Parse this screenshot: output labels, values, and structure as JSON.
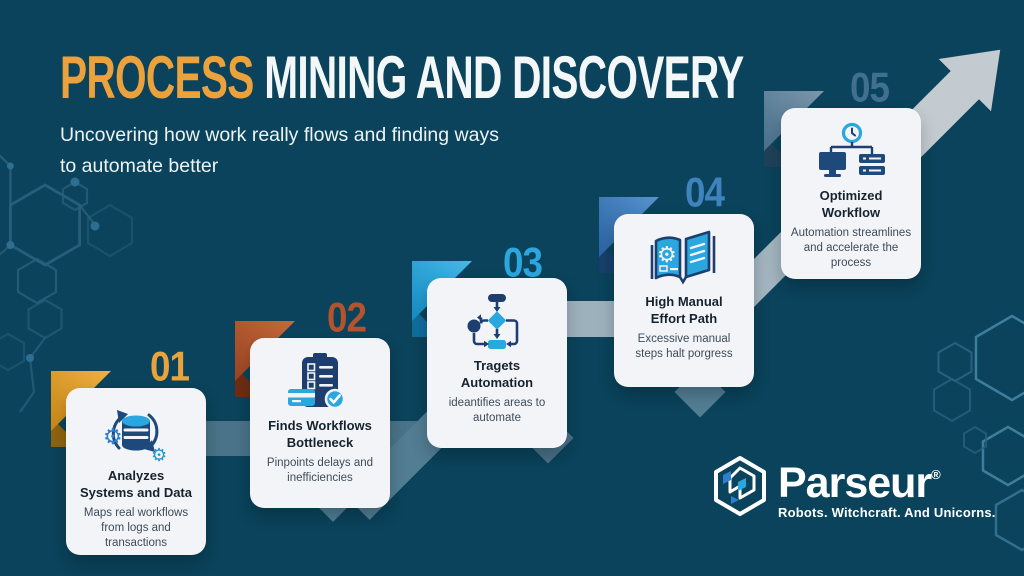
{
  "header": {
    "title_accent": "PROCESS",
    "title_rest": " MINING AND DISCOVERY",
    "subtitle_line1": "Uncovering how work really flows and finding ways",
    "subtitle_line2": "to automate better"
  },
  "steps": [
    {
      "number": "01",
      "title": "Analyzes Systems and Data",
      "description": "Maps real workflows from logs and transactions",
      "accent": "#E8A33D",
      "icon": "database-sync-icon"
    },
    {
      "number": "02",
      "title": "Finds Workflows Bottleneck",
      "description": "Pinpoints delays and inefficiencies",
      "accent": "#B5532C",
      "icon": "clipboard-checklist-icon"
    },
    {
      "number": "03",
      "title": "Tragets Automation",
      "description": "ideantifies areas to automate",
      "accent": "#2BA7DD",
      "icon": "flowchart-icon"
    },
    {
      "number": "04",
      "title": "High Manual Effort Path",
      "description": "Excessive manual steps halt porgress",
      "accent": "#3E82BE",
      "icon": "open-book-gear-icon"
    },
    {
      "number": "05",
      "title": "Optimized Workflow",
      "description": "Automation streamlines and accelerate the process",
      "accent": "#41708E",
      "icon": "monitor-server-clock-icon"
    }
  ],
  "branding": {
    "name": "Parseur",
    "registered": "®",
    "tagline": "Robots. Witchcraft. And Unicorns."
  },
  "colors": {
    "background": "#0A435B",
    "title_accent": "#ECA23C",
    "title_rest": "#F4F7F8",
    "card_background": "#F2F4F8",
    "icon_navy": "#1D4A7A",
    "icon_cyan": "#29A7DE",
    "arrow_gray": "#C3CBD1",
    "ribbon_gray": "#9DB1BD",
    "ribbon_blue": "#4A7389",
    "hexagon_line": "#2A5D79"
  }
}
